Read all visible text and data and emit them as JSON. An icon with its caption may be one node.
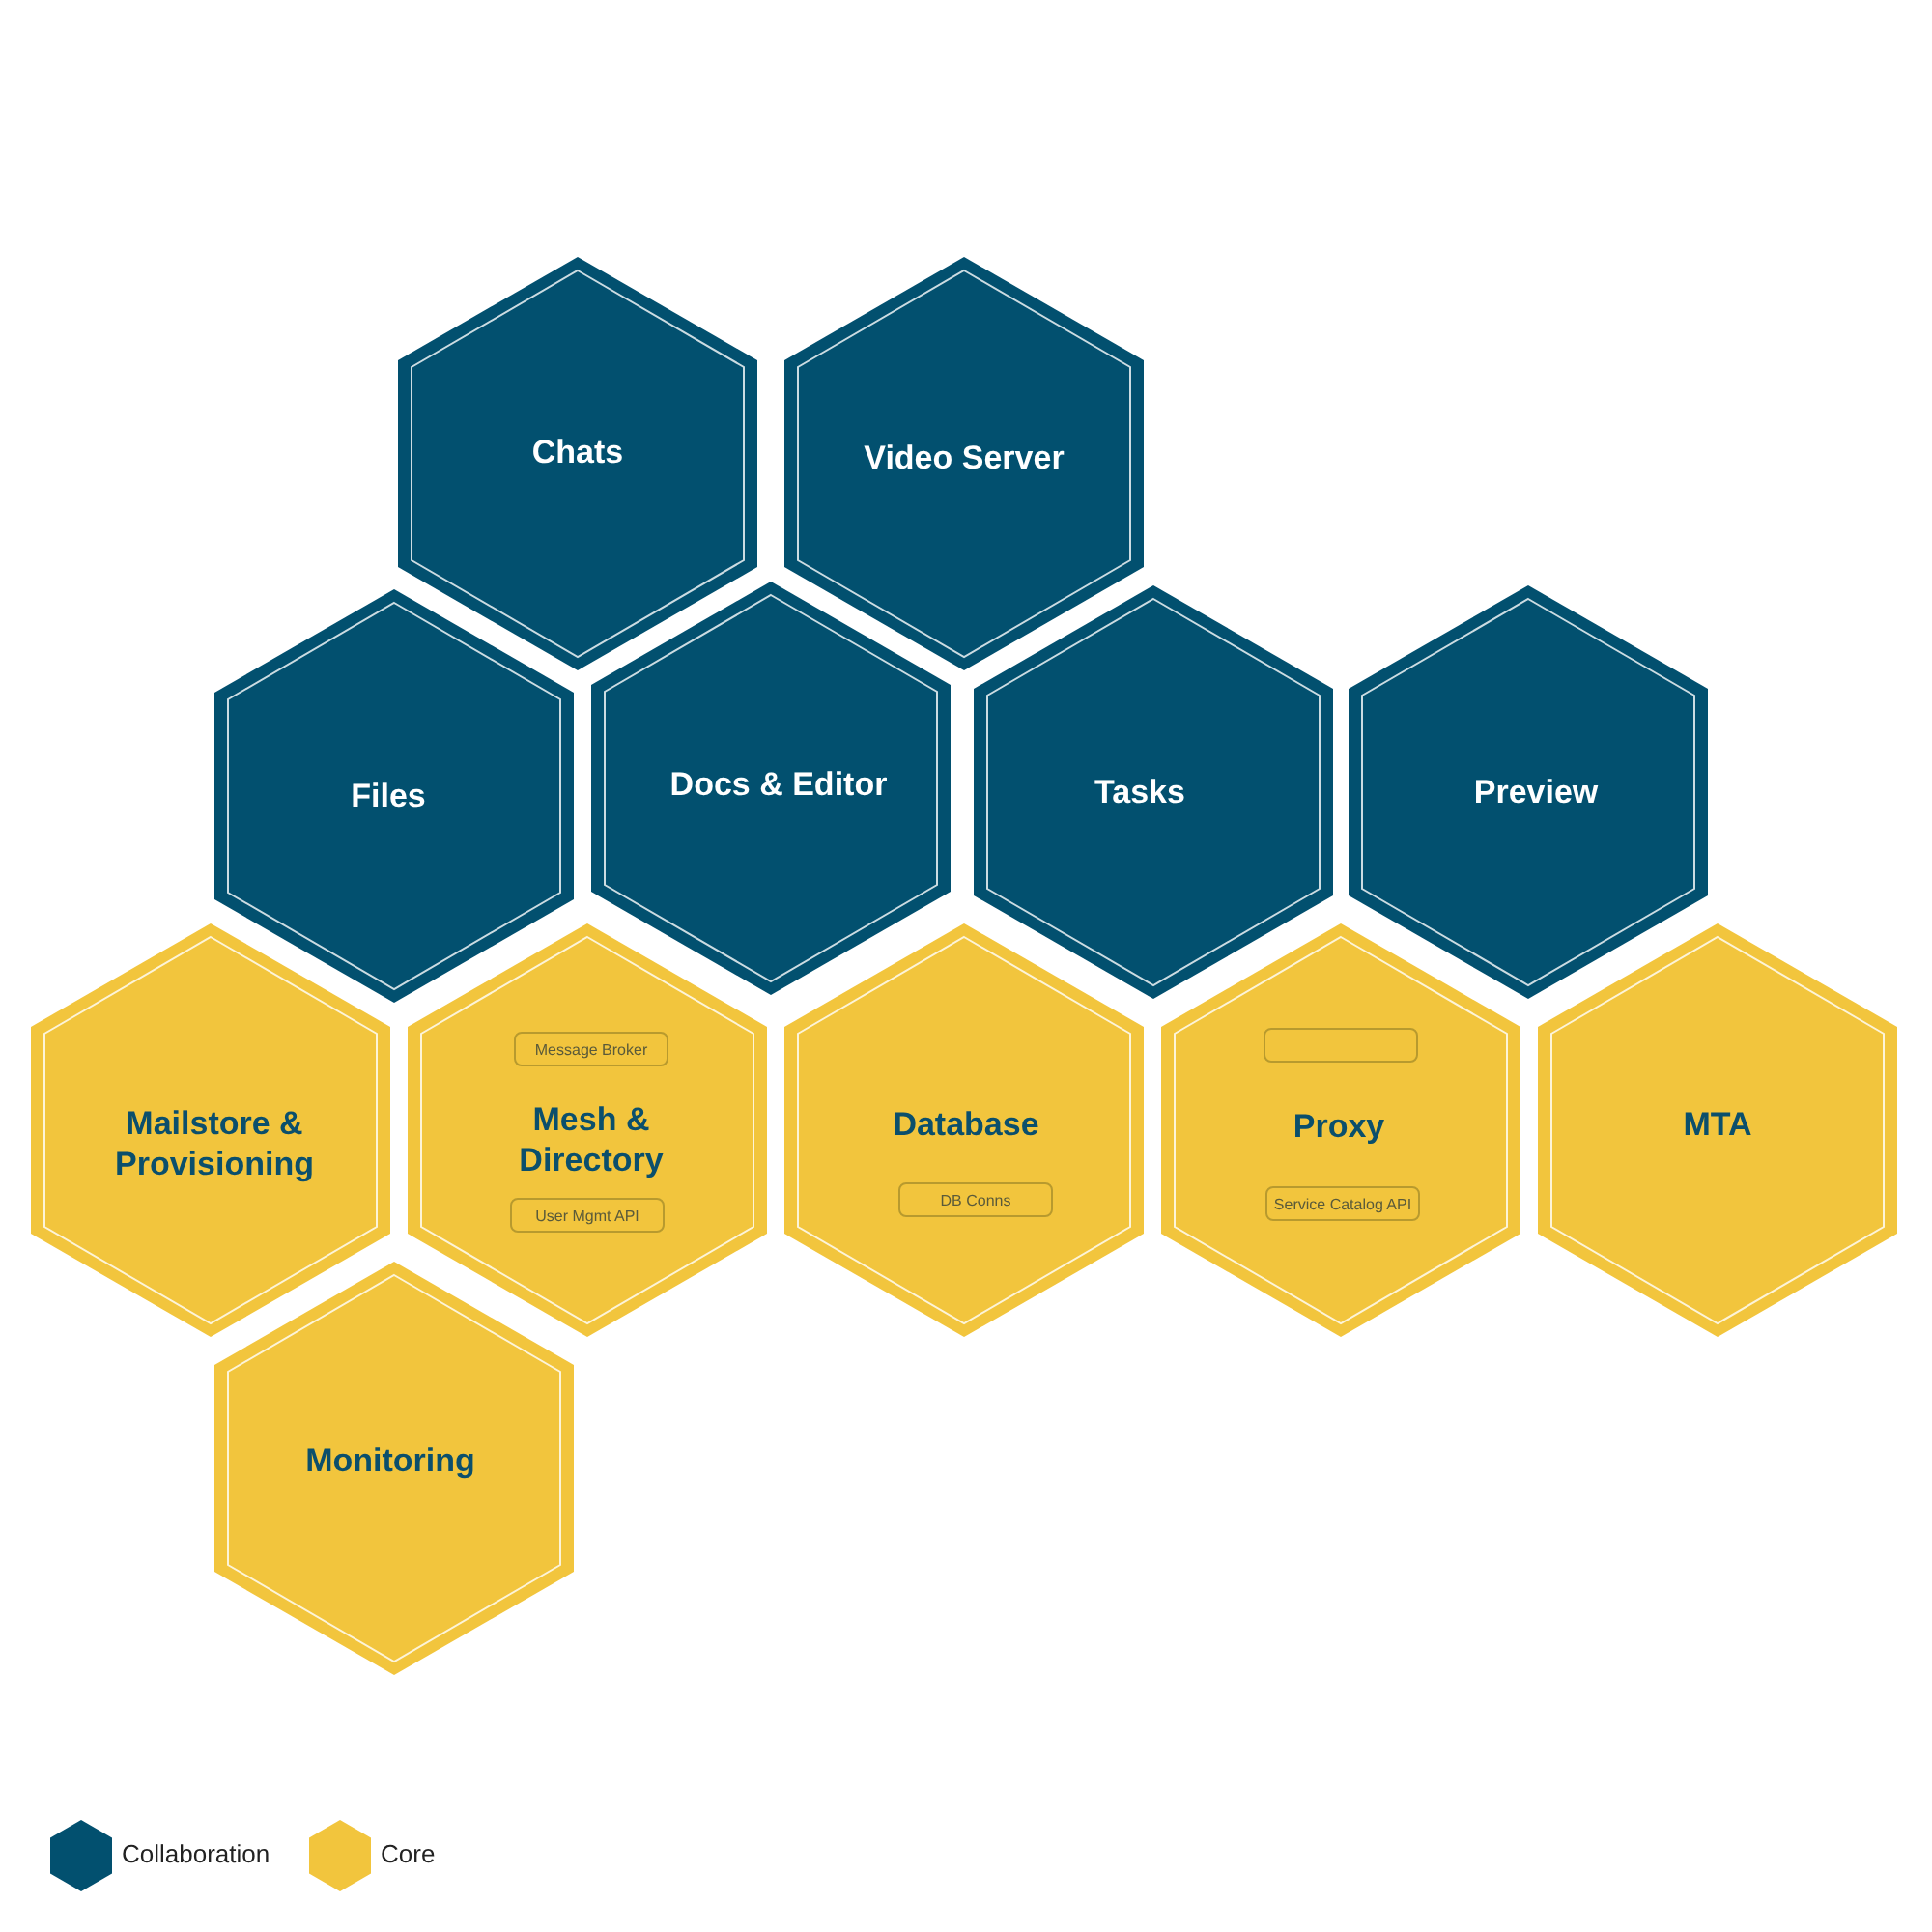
{
  "diagram": {
    "nodes": [
      {
        "text": [
          "Chats"
        ]
      },
      {
        "text": [
          "Video Server"
        ]
      },
      {
        "text": [
          "Files"
        ]
      },
      {
        "text": [
          "Docs & Editor"
        ]
      },
      {
        "text": [
          "Tasks"
        ]
      },
      {
        "text": [
          "Preview"
        ]
      },
      {
        "text": [
          "Mailstore & Provisioning"
        ]
      },
      {
        "text": [
          "Mesh & Directory"
        ]
      },
      {
        "text": [
          "Message Broker"
        ],
        "in": 7
      },
      {
        "text": [
          "User Mgmt API"
        ],
        "in": 7
      },
      {
        "text": [
          "Database"
        ]
      },
      {
        "text": [
          "DB Conns"
        ],
        "in": 10
      },
      {
        "text": [
          "Proxy"
        ]
      },
      {
        "text": [],
        "shape": "box",
        "in": 12
      },
      {
        "text": [
          "Service Catalog API"
        ],
        "in": 12
      },
      {
        "text": [
          "MTA"
        ]
      },
      {
        "text": [
          "Monitoring"
        ]
      }
    ],
    "legend": [
      {
        "text": "Collaboration",
        "color": "#02506f"
      },
      {
        "text": "Core",
        "color": "#f2c53d"
      }
    ]
  }
}
